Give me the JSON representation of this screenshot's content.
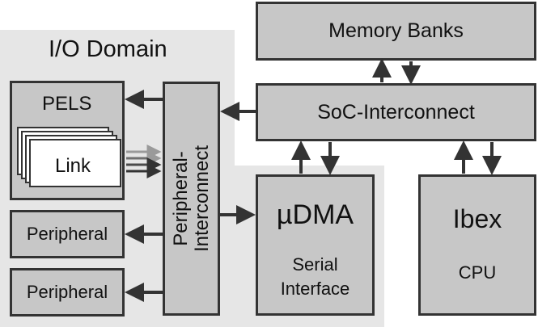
{
  "io_domain": {
    "label": "I/O Domain"
  },
  "memory_banks": {
    "label": "Memory Banks"
  },
  "soc_interconnect": {
    "label": "SoC-Interconnect"
  },
  "pels": {
    "label": "PELS",
    "link_label": "Link"
  },
  "peripheral_interconnect": {
    "label_line1": "Peripheral-",
    "label_line2": "Interconnect"
  },
  "peripherals": [
    {
      "label": "Peripheral"
    },
    {
      "label": "Peripheral"
    }
  ],
  "udma": {
    "title": "µDMA",
    "sub_line1": "Serial",
    "sub_line2": "Interface"
  },
  "ibex": {
    "title": "Ibex",
    "sub": "CPU"
  },
  "colors": {
    "box_fill": "#c7c7c7",
    "region_fill": "#e6e6e6",
    "stroke": "#333333",
    "link_fill": "#ffffff"
  }
}
